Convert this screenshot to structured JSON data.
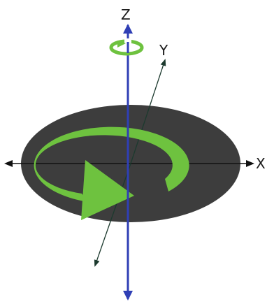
{
  "diagram": {
    "axis_labels": {
      "x": "X",
      "y": "Y",
      "z": "Z"
    },
    "colors": {
      "disc": "#3d3d3d",
      "rotation_arrow": "#6ec23f",
      "z_axis": "#2f3fb5",
      "x_axis": "#111111",
      "y_axis": "#1c3a2e"
    }
  }
}
